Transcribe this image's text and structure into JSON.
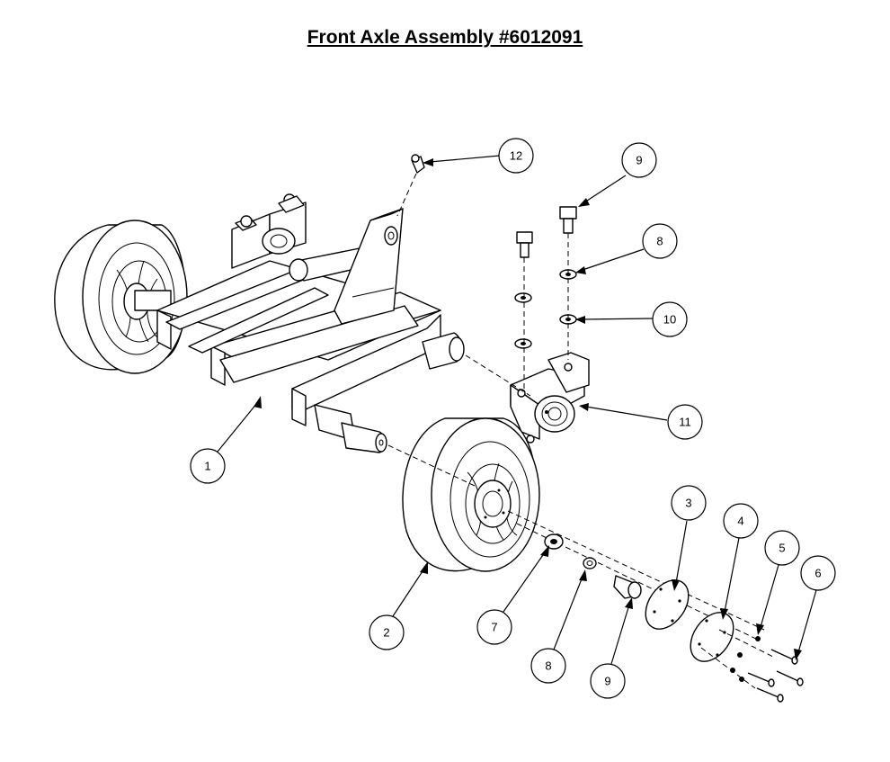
{
  "title": "Front Axle Assembly #6012091",
  "callouts": [
    {
      "id": "callout-1",
      "label": "1"
    },
    {
      "id": "callout-2",
      "label": "2"
    },
    {
      "id": "callout-3",
      "label": "3"
    },
    {
      "id": "callout-4",
      "label": "4"
    },
    {
      "id": "callout-5",
      "label": "5"
    },
    {
      "id": "callout-6",
      "label": "6"
    },
    {
      "id": "callout-7",
      "label": "7"
    },
    {
      "id": "callout-8a",
      "label": "8"
    },
    {
      "id": "callout-8b",
      "label": "8"
    },
    {
      "id": "callout-9a",
      "label": "9"
    },
    {
      "id": "callout-9b",
      "label": "9"
    },
    {
      "id": "callout-10",
      "label": "10"
    },
    {
      "id": "callout-11",
      "label": "11"
    },
    {
      "id": "callout-12",
      "label": "12"
    }
  ]
}
